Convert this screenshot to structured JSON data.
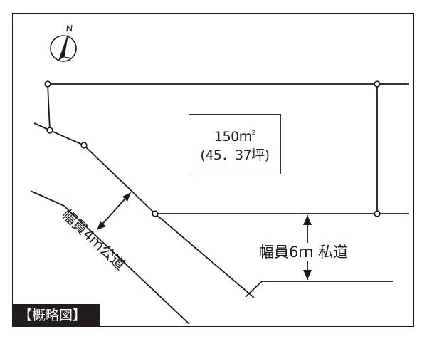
{
  "diagram": {
    "title_tag": "【概略図】",
    "compass": {
      "icon": "north-arrow-icon",
      "label": "N"
    },
    "lot": {
      "area_sqm": "150m",
      "area_unit_superscript": "2",
      "area_tsubo": "(45．37坪)"
    },
    "roads": {
      "public": {
        "label": "幅員4ｍ公道",
        "width": "4m",
        "type": "公道"
      },
      "private": {
        "label": "幅員6ｍ 私道",
        "width": "6m",
        "type": "私道"
      }
    },
    "colors": {
      "line": "#1a1a1a",
      "tag_background": "#231c1c",
      "tag_text": "#ffffff",
      "background": "#ffffff"
    }
  }
}
